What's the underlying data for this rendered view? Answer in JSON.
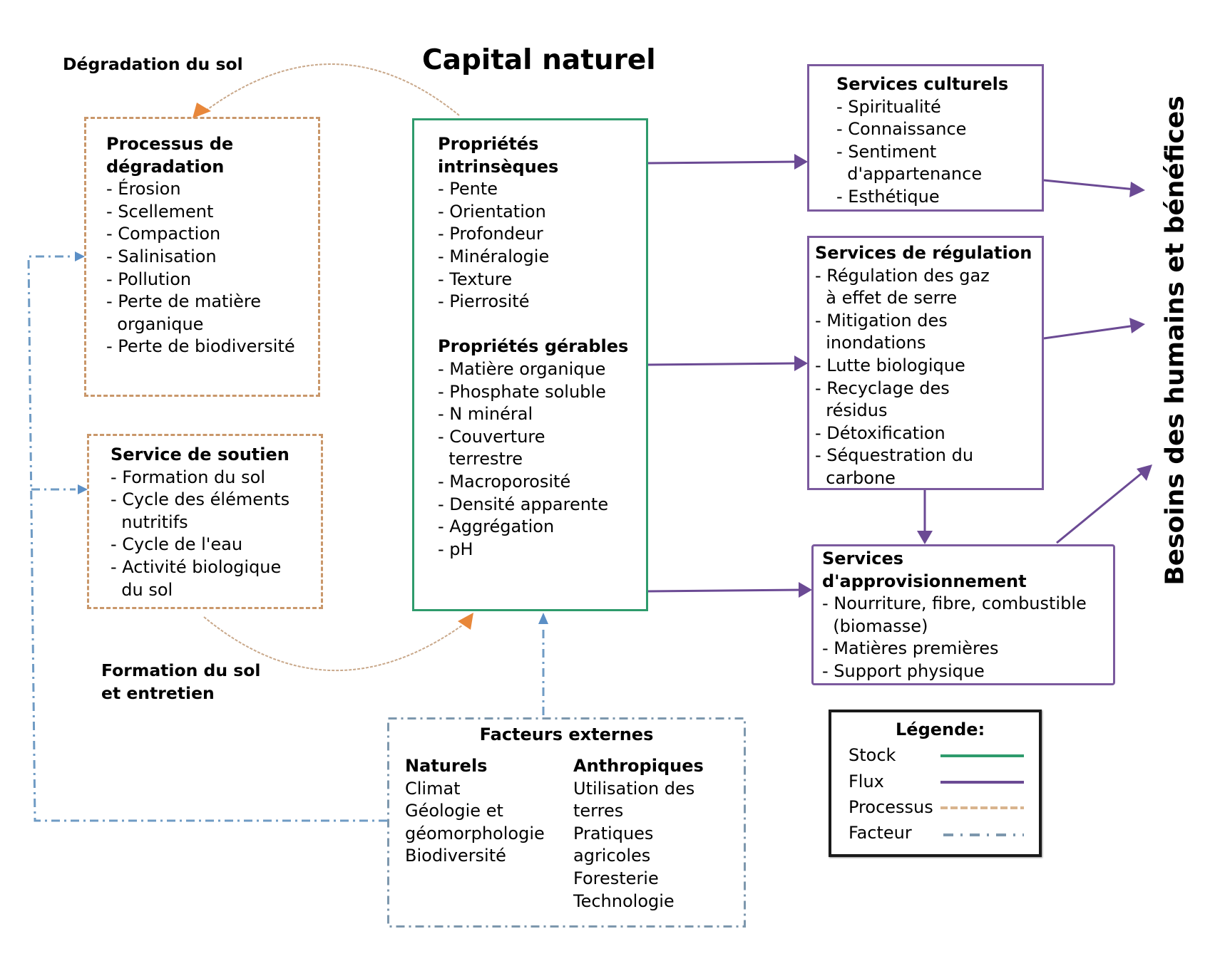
{
  "title": "Capital naturel",
  "labels": {
    "degradation": "Dégradation du sol",
    "formation_line1": "Formation du sol",
    "formation_line2": "et entretien",
    "besoins": "Besoins des humains et bénéfices"
  },
  "processus_degradation": {
    "title_line1": "Processus de",
    "title_line2": "dégradation",
    "items": [
      "- Érosion",
      "- Scellement",
      "- Compaction",
      "- Salinisation",
      "- Pollution",
      "- Perte de matière",
      "  organique",
      "- Perte de biodiversité"
    ]
  },
  "service_soutien": {
    "title": "Service de soutien",
    "items": [
      "- Formation du sol",
      "- Cycle des éléments",
      "  nutritifs",
      "- Cycle de l'eau",
      "- Activité biologique",
      "  du sol"
    ]
  },
  "capital": {
    "intrinseques_line1": "Propriétés",
    "intrinseques_line2": "intrinsèques",
    "intrinseques_items": [
      "- Pente",
      "- Orientation",
      "- Profondeur",
      "- Minéralogie",
      "- Texture",
      "- Pierrosité"
    ],
    "gerables_title": "Propriétés gérables",
    "gerables_items": [
      "- Matière organique",
      "- Phosphate soluble",
      "- N minéral",
      "- Couverture",
      "  terrestre",
      "- Macroporosité",
      "- Densité apparente",
      "- Aggrégation",
      "- pH"
    ]
  },
  "services_culturels": {
    "title": "Services culturels",
    "items": [
      "- Spiritualité",
      "- Connaissance",
      "- Sentiment",
      "  d'appartenance",
      "- Esthétique"
    ]
  },
  "services_regulation": {
    "title": "Services de régulation",
    "items": [
      "- Régulation des gaz",
      "  à effet de serre",
      "- Mitigation des",
      "  inondations",
      "- Lutte biologique",
      "- Recyclage des",
      "  résidus",
      "- Détoxification",
      "- Séquestration du",
      "  carbone"
    ]
  },
  "services_approvisionnement": {
    "title_line1": "Services",
    "title_line2": "d'approvisionnement",
    "items": [
      "- Nourriture, fibre, combustible",
      "  (biomasse)",
      "- Matières premières",
      "- Support physique"
    ]
  },
  "facteurs_externes": {
    "title": "Facteurs externes",
    "naturels_title": "Naturels",
    "naturels_items": [
      "Climat",
      "Géologie et",
      "géomorphologie",
      "Biodiversité"
    ],
    "anthropiques_title": "Anthropiques",
    "anthropiques_items": [
      "Utilisation des",
      "terres",
      "Pratiques",
      "agricoles",
      "Foresterie",
      "Technologie"
    ]
  },
  "legend": {
    "title": "Légende:",
    "entries": [
      {
        "label": "Stock",
        "style": "solid",
        "color": "#2e9b6c"
      },
      {
        "label": "Flux",
        "style": "solid",
        "color": "#6b4a94"
      },
      {
        "label": "Processus",
        "style": "dashed",
        "color": "#d9b48e"
      },
      {
        "label": "Facteur",
        "style": "dash-dot",
        "color": "#7d97ad"
      }
    ]
  },
  "colors": {
    "stock": "#2e9b6c",
    "flux": "#6b4a94",
    "processus": "#c9976a",
    "process_arrow": "#e8873a",
    "facteur": "#6f9bc4"
  }
}
